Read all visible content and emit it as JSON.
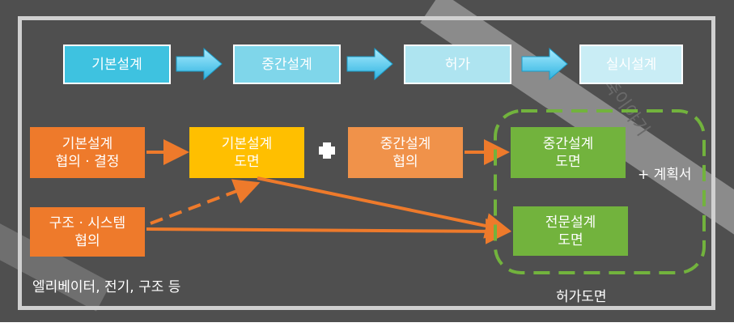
{
  "stages": [
    {
      "label": "기본설계"
    },
    {
      "label": "중간설계"
    },
    {
      "label": "허가"
    },
    {
      "label": "실시설계"
    }
  ],
  "boxes": {
    "basic_consult": {
      "line1": "기본설계",
      "line2": "협의 · 결정"
    },
    "basic_drawing": {
      "line1": "기본설계",
      "line2": "도면"
    },
    "middle_consult": {
      "line1": "중간설계",
      "line2": "협의"
    },
    "middle_drawing": {
      "line1": "중간설계",
      "line2": "도면"
    },
    "structure_consult": {
      "line1": "구조 · 시스템",
      "line2": "협의"
    },
    "specialist_drawing": {
      "line1": "전문설계",
      "line2": "도면"
    }
  },
  "labels": {
    "plan_doc": "+ 계획서",
    "engineering_note": "엘리베이터, 전기, 구조 등",
    "permit_drawings": "허가도면",
    "watermark": "시 건축이야기"
  },
  "colors": {
    "background": "#4f4f4f",
    "stage_blue": "#3ec2e0",
    "orange": "#ee7a2b",
    "yellow": "#ffbf00",
    "green": "#72b33d",
    "dashed_group": "#72b33d"
  }
}
